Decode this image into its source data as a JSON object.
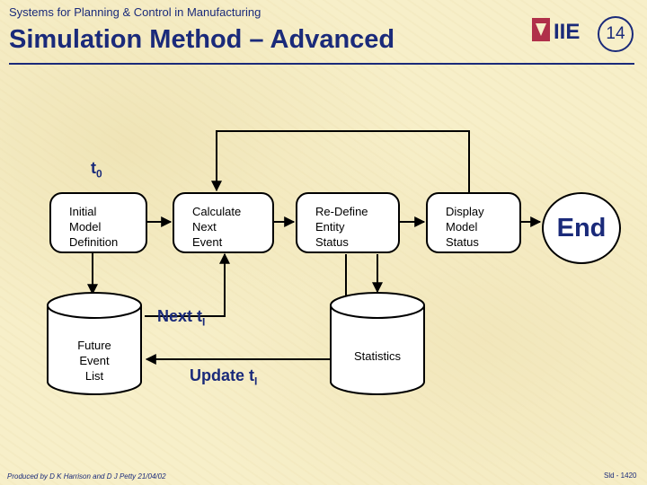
{
  "header": {
    "course": "Systems for Planning & Control in Manufacturing",
    "title": "Simulation Method – Advanced",
    "logo_text": "IIE",
    "slide_number": "14"
  },
  "diagram": {
    "t0_label": "t",
    "t0_sub": "0",
    "boxes": [
      {
        "lines": [
          "Initial",
          "Model",
          "Definition"
        ]
      },
      {
        "lines": [
          "Calculate",
          "Next",
          "Event"
        ]
      },
      {
        "lines": [
          "Re-Define",
          "Entity",
          "Status"
        ]
      },
      {
        "lines": [
          "Display",
          "Model",
          "Status"
        ]
      }
    ],
    "end_label": "End",
    "future_event_list": [
      "Future",
      "Event",
      "List"
    ],
    "statistics": "Statistics",
    "next_label": "Next t",
    "next_sub": "I",
    "update_label": "Update t",
    "update_sub": "I"
  },
  "footer": {
    "credit": "Produced by D K Harrison and D J Petty 21/04/02",
    "slide_ref": "Sld - 1420"
  }
}
